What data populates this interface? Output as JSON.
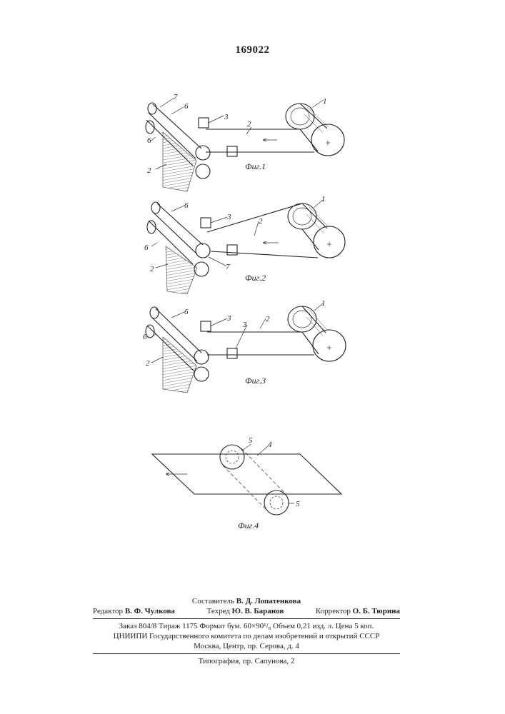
{
  "patent_number": "169022",
  "figures": {
    "fig1": {
      "caption": "Фиг.1",
      "labels": [
        "7",
        "6",
        "3",
        "2",
        "1",
        "6",
        "2"
      ]
    },
    "fig2": {
      "caption": "Фиг.2",
      "labels": [
        "6",
        "3",
        "2",
        "1",
        "6",
        "2",
        "7"
      ]
    },
    "fig3": {
      "caption": "Фиг.3",
      "labels": [
        "6",
        "3",
        "2",
        "1",
        "3",
        "6",
        "2"
      ]
    },
    "fig4": {
      "caption": "Фиг.4",
      "labels": [
        "5",
        "4",
        "5"
      ]
    }
  },
  "colophon": {
    "compiler_prefix": "Составитель",
    "compiler_name": "В. Д. Лопатенкова",
    "editor_prefix": "Редактор",
    "editor_name": "В. Ф. Чулкова",
    "techred_prefix": "Техред",
    "techred_name": "Ю. В. Баранов",
    "corrector_prefix": "Корректор",
    "corrector_name": "О. Б. Тюрина",
    "order_line": "Заказ 804/8 Тираж 1175 Формат бум. 60×90¹/₈ Объем 0,21 изд. л. Цена 5 коп.",
    "org_line": "ЦНИИПИ Государственного комитета по делам изобретений и открытий СССР",
    "address_line": "Москва, Центр, пр. Серова, д. 4",
    "printing_line": "Типография, пр. Сапунова, 2"
  }
}
